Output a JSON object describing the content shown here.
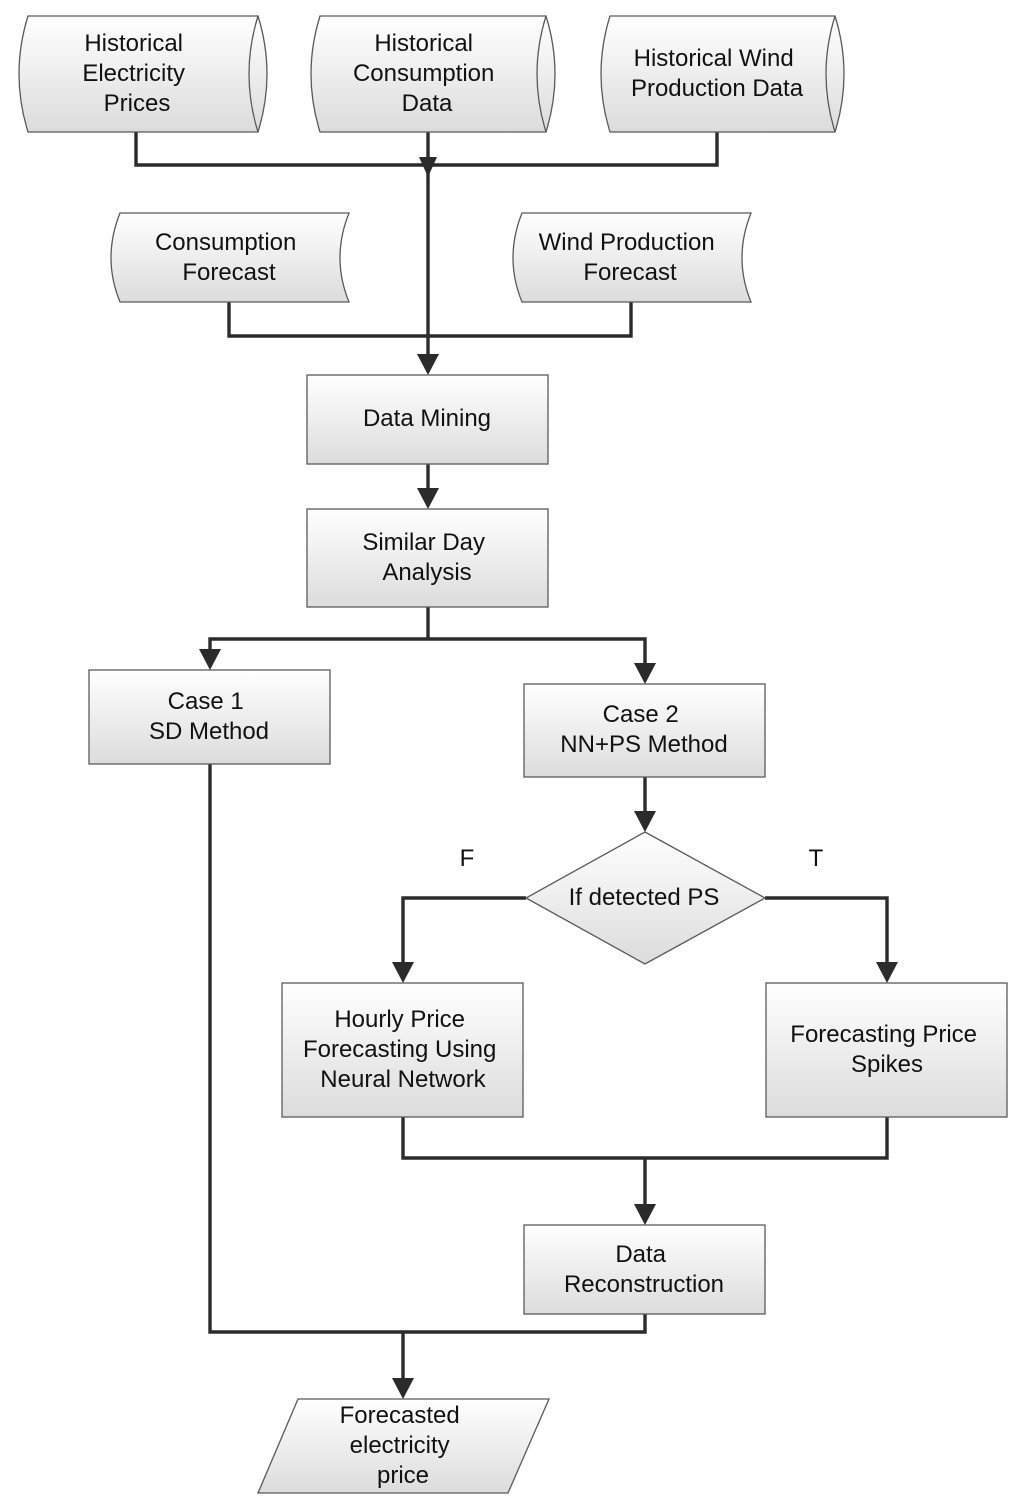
{
  "diagram": {
    "nodes": {
      "hist_prices": {
        "lines": [
          "Historical",
          "Electricity",
          "Prices"
        ]
      },
      "hist_consumption": {
        "lines": [
          "Historical",
          "Consumption",
          "Data"
        ]
      },
      "hist_wind": {
        "lines": [
          "Historical Wind",
          "Production Data"
        ]
      },
      "consumption_forecast": {
        "lines": [
          "Consumption",
          "Forecast"
        ]
      },
      "wind_forecast": {
        "lines": [
          "Wind Production",
          "Forecast"
        ]
      },
      "data_mining": {
        "lines": [
          "Data Mining"
        ]
      },
      "similar_day": {
        "lines": [
          "Similar Day",
          "Analysis"
        ]
      },
      "case1": {
        "lines": [
          "Case 1",
          "SD Method"
        ]
      },
      "case2": {
        "lines": [
          "Case 2",
          "NN+PS Method"
        ]
      },
      "decision": {
        "lines": [
          "If detected PS"
        ]
      },
      "neural_network": {
        "lines": [
          "Hourly Price",
          "Forecasting Using",
          "Neural Network"
        ]
      },
      "spikes": {
        "lines": [
          "Forecasting Price",
          "Spikes"
        ]
      },
      "reconstruction": {
        "lines": [
          "Data",
          "Reconstruction"
        ]
      },
      "output": {
        "lines": [
          "Forecasted",
          "electricity",
          "price"
        ]
      }
    },
    "branch_labels": {
      "false": "F",
      "true": "T"
    }
  }
}
